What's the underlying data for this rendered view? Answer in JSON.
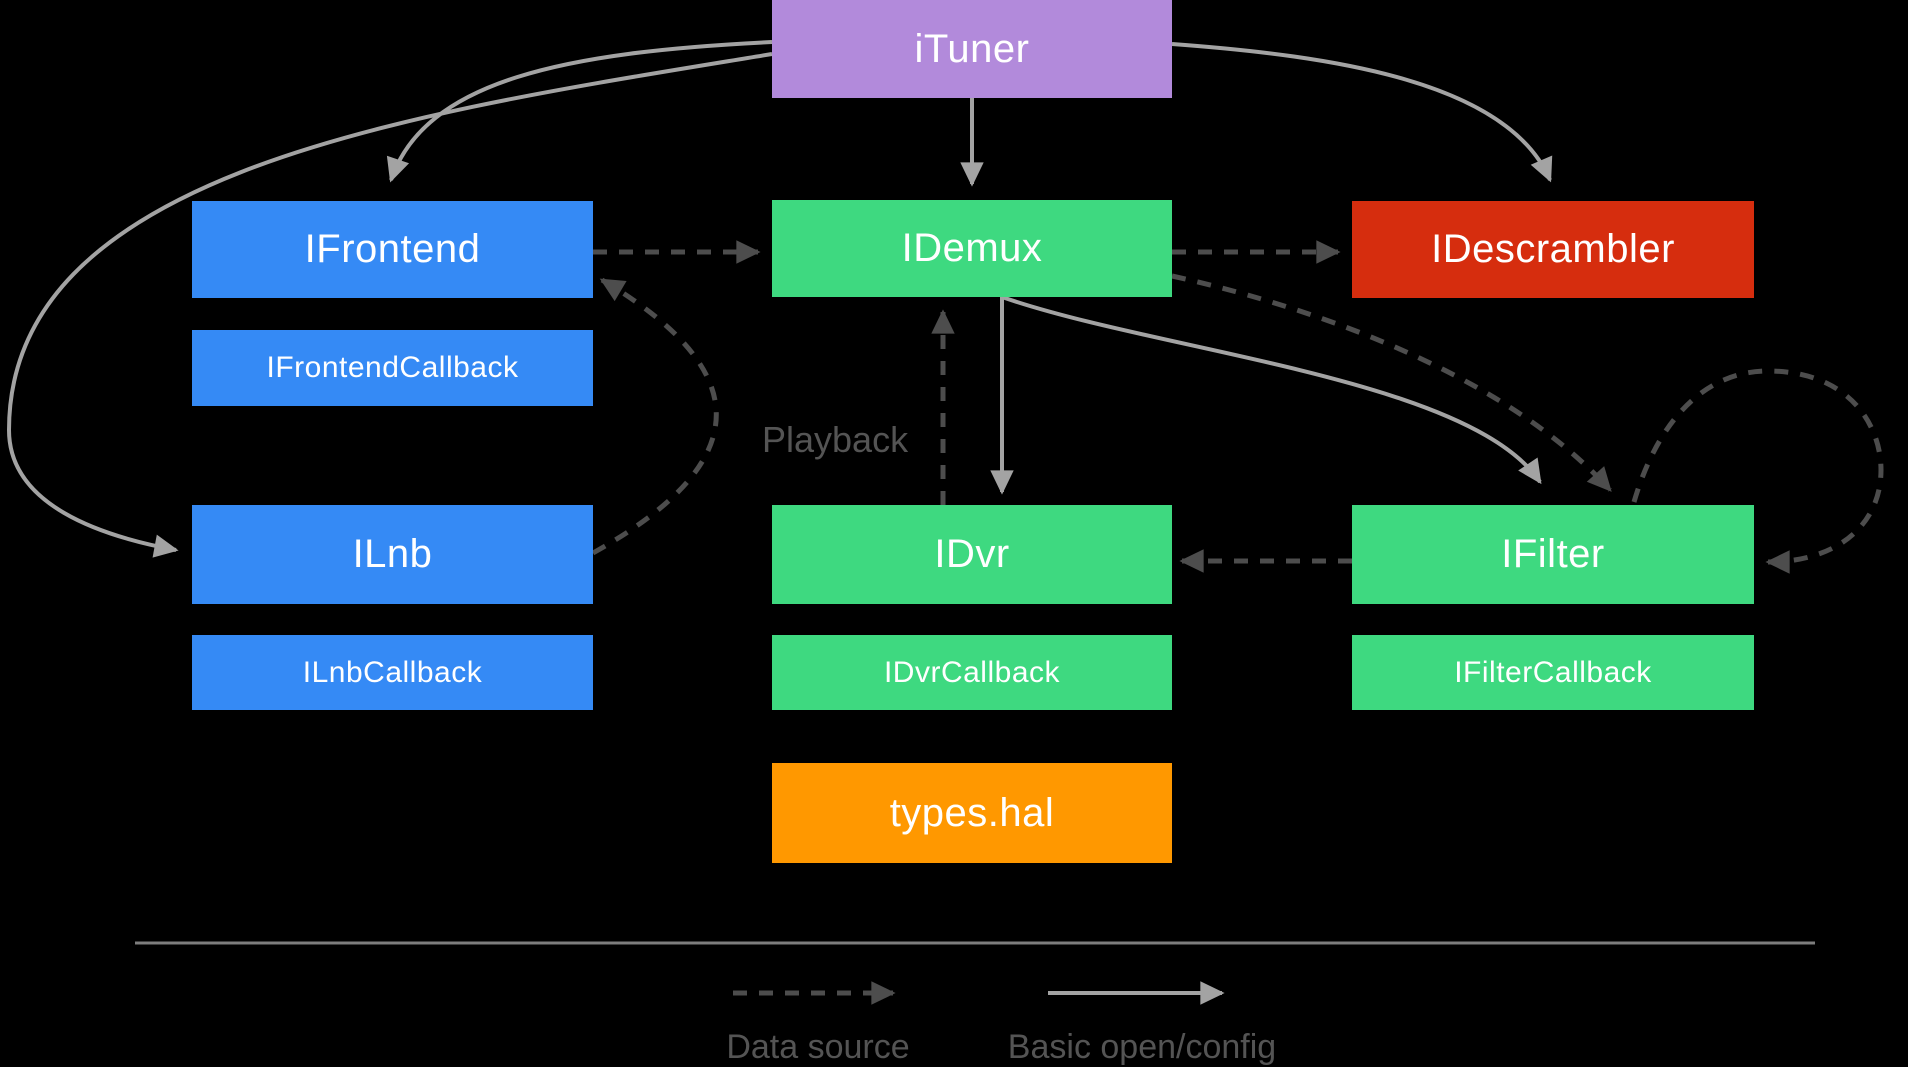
{
  "diagram": {
    "title_context": "Tuner HAL interface diagram",
    "nodes": {
      "ituner": {
        "label": "iTuner",
        "color": "#b28adb"
      },
      "ifrontend": {
        "label": "IFrontend",
        "color": "#358af5"
      },
      "ifrontend_callback": {
        "label": "IFrontendCallback",
        "color": "#358af5"
      },
      "ilnb": {
        "label": "ILnb",
        "color": "#358af5"
      },
      "ilnb_callback": {
        "label": "ILnbCallback",
        "color": "#358af5"
      },
      "idemux": {
        "label": "IDemux",
        "color": "#3ed980"
      },
      "idvr": {
        "label": "IDvr",
        "color": "#3ed980"
      },
      "idvr_callback": {
        "label": "IDvrCallback",
        "color": "#3ed980"
      },
      "types_hal": {
        "label": "types.hal",
        "color": "#ff9800"
      },
      "idescrambler": {
        "label": "IDescrambler",
        "color": "#d62d0e"
      },
      "ifilter": {
        "label": "IFilter",
        "color": "#3ed980"
      },
      "ifilter_callback": {
        "label": "IFilterCallback",
        "color": "#3ed980"
      }
    },
    "annotations": {
      "playback_label": "Playback"
    },
    "edges": [
      {
        "from": "iTuner",
        "to": "IDemux",
        "type": "basic-open-config"
      },
      {
        "from": "iTuner",
        "to": "IFrontend",
        "type": "basic-open-config"
      },
      {
        "from": "iTuner",
        "to": "IDescrambler",
        "type": "basic-open-config"
      },
      {
        "from": "iTuner",
        "to": "ILnb",
        "type": "basic-open-config"
      },
      {
        "from": "IDemux",
        "to": "IDvr",
        "type": "basic-open-config"
      },
      {
        "from": "IDemux",
        "to": "IFilter",
        "type": "basic-open-config"
      },
      {
        "from": "IFrontend",
        "to": "IDemux",
        "type": "data-source"
      },
      {
        "from": "IDemux",
        "to": "IDescrambler",
        "type": "data-source"
      },
      {
        "from": "IDemux",
        "to": "IFilter",
        "type": "data-source"
      },
      {
        "from": "IDvr",
        "to": "IDemux",
        "type": "data-source",
        "note": "Playback"
      },
      {
        "from": "ILnb",
        "to": "IFrontend",
        "type": "data-source"
      },
      {
        "from": "IFilter",
        "to": "IDvr",
        "type": "data-source"
      },
      {
        "from": "IFilter",
        "to": "IFilter",
        "type": "data-source"
      }
    ]
  },
  "legend": {
    "dashed_label": "Data source",
    "solid_label": "Basic open/config"
  },
  "colors": {
    "background": "#000000",
    "arrow_solid": "#a3a3a3",
    "arrow_dashed": "#4d4d4d",
    "divider": "#7d7d7d",
    "label_text": "#545454",
    "node_text": "#ffffff"
  }
}
